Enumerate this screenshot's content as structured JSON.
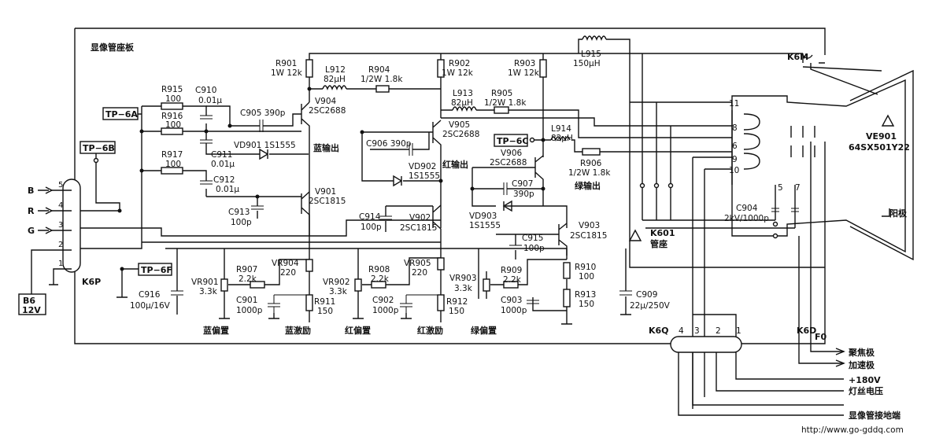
{
  "board_title": "显像管座板",
  "url": "http://www.go-gddq.com",
  "tp": {
    "a": "TP−6A",
    "b": "TP−6B",
    "c": "TP−6C",
    "f": "TP−6F"
  },
  "power": {
    "line1": "B6",
    "line2": "12V"
  },
  "inputs": {
    "b": "B",
    "r": "R",
    "g": "G"
  },
  "k6p": {
    "name": "K6P",
    "pins": [
      "5",
      "4",
      "3",
      "2",
      "1"
    ]
  },
  "resistors": {
    "r915": {
      "n": "R915",
      "v": "100"
    },
    "r916": {
      "n": "R916",
      "v": "100"
    },
    "r917": {
      "n": "R917",
      "v": "100"
    },
    "r901": {
      "n": "R901",
      "v": "1W 12k"
    },
    "r902": {
      "n": "R902",
      "v": "1W 12k"
    },
    "r903": {
      "n": "R903",
      "v": "1W 12k"
    },
    "r904": {
      "n": "R904",
      "v": "1/2W 1.8k"
    },
    "r905": {
      "n": "R905",
      "v": "1/2W 1.8k"
    },
    "r906": {
      "n": "R906",
      "v": "1/2W 1.8k"
    },
    "r907": {
      "n": "R907",
      "v": "2.2k"
    },
    "r908": {
      "n": "R908",
      "v": "2.2k"
    },
    "r909": {
      "n": "R909",
      "v": "2.2k"
    },
    "r910": {
      "n": "R910",
      "v": "100"
    },
    "r911": {
      "n": "R911",
      "v": "150"
    },
    "r912": {
      "n": "R912",
      "v": "150"
    },
    "r913": {
      "n": "R913",
      "v": "150"
    }
  },
  "pots": {
    "vr901": {
      "n": "VR901",
      "v": "3.3k"
    },
    "vr902": {
      "n": "VR902",
      "v": "3.3k"
    },
    "vr903": {
      "n": "VR903",
      "v": "3.3k"
    },
    "vr904": {
      "n": "VR904",
      "v": "220"
    },
    "vr905": {
      "n": "VR905",
      "v": "220"
    }
  },
  "caps": {
    "c910": {
      "n": "C910",
      "v": "0.01μ"
    },
    "c911": {
      "n": "C911",
      "v": "0.01μ"
    },
    "c912": {
      "n": "C912",
      "v": "0.01μ"
    },
    "c905": {
      "n": "C905",
      "v": "390p"
    },
    "c906": {
      "n": "C906",
      "v": "390p"
    },
    "c907": {
      "n": "C907",
      "v": "390p"
    },
    "c913": {
      "n": "C913",
      "v": "100p"
    },
    "c914": {
      "n": "C914",
      "v": "100p"
    },
    "c915": {
      "n": "C915",
      "v": "100p"
    },
    "c916": {
      "n": "C916",
      "v": "100μ/16V"
    },
    "c901": {
      "n": "C901",
      "v": "1000p"
    },
    "c902": {
      "n": "C902",
      "v": "1000p"
    },
    "c903": {
      "n": "C903",
      "v": "1000p"
    },
    "c909": {
      "n": "C909",
      "v": "22μ/250V"
    },
    "c904": {
      "n": "C904",
      "v": "2kV/1000p"
    }
  },
  "inductors": {
    "l912": {
      "n": "L912",
      "v": "82μH"
    },
    "l913": {
      "n": "L913",
      "v": "82μH"
    },
    "l914": {
      "n": "L914",
      "v": "82μH"
    },
    "l915": {
      "n": "L915",
      "v": "150μH"
    }
  },
  "transistors": {
    "v904": {
      "n": "V904",
      "v": "2SC2688"
    },
    "v905": {
      "n": "V905",
      "v": "2SC2688"
    },
    "v906": {
      "n": "V906",
      "v": "2SC2688"
    },
    "v901": {
      "n": "V901",
      "v": "2SC1815"
    },
    "v902": {
      "n": "V902",
      "v": "2SC1815"
    },
    "v903": {
      "n": "V903",
      "v": "2SC1815"
    }
  },
  "diodes": {
    "vd901": "VD901 1S1555",
    "vd902": {
      "n": "VD902",
      "v": "1S1555"
    },
    "vd903": {
      "n": "VD903",
      "v": "1S1555"
    }
  },
  "outputs": {
    "blue": "蓝输出",
    "red": "红输出",
    "green": "绿输出"
  },
  "bottom_labels": {
    "blue_bias": "蓝偏置",
    "blue_drive": "蓝激励",
    "red_bias": "红偏置",
    "red_drive": "红激励",
    "green_bias": "绿偏置"
  },
  "crt": {
    "n": "VE901",
    "v": "64SX501Y22",
    "pins": [
      "11",
      "8",
      "6",
      "9",
      "10",
      "5",
      "7"
    ],
    "anode": "阳极"
  },
  "k6m": "K6M",
  "k601": {
    "n": "K601",
    "v": "管座"
  },
  "k6q": {
    "name": "K6Q",
    "pins": [
      "4",
      "3",
      "2",
      "1"
    ]
  },
  "k6d": "K6D",
  "f0": "F0",
  "right_labels": {
    "focus": "聚焦极",
    "accel": "加速极",
    "v180": "+180V",
    "heater": "灯丝电压",
    "ground": "显像管接地端"
  }
}
